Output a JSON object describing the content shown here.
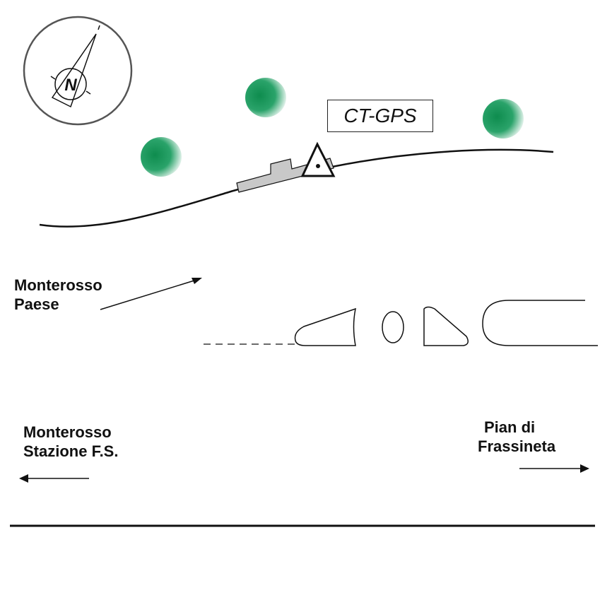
{
  "station_label": "CT-GPS",
  "compass": {
    "letter": "N"
  },
  "labels": {
    "monterosso_paese": [
      "Monterosso",
      "Paese"
    ],
    "monterosso_stazione": [
      "Monterosso",
      "Stazione F.S."
    ],
    "pian_di_frassineta": [
      "Pian di",
      "Frassineta"
    ]
  },
  "colors": {
    "tree": "#1a9a5a",
    "rock": "#c8c8c8",
    "line": "#111111"
  }
}
